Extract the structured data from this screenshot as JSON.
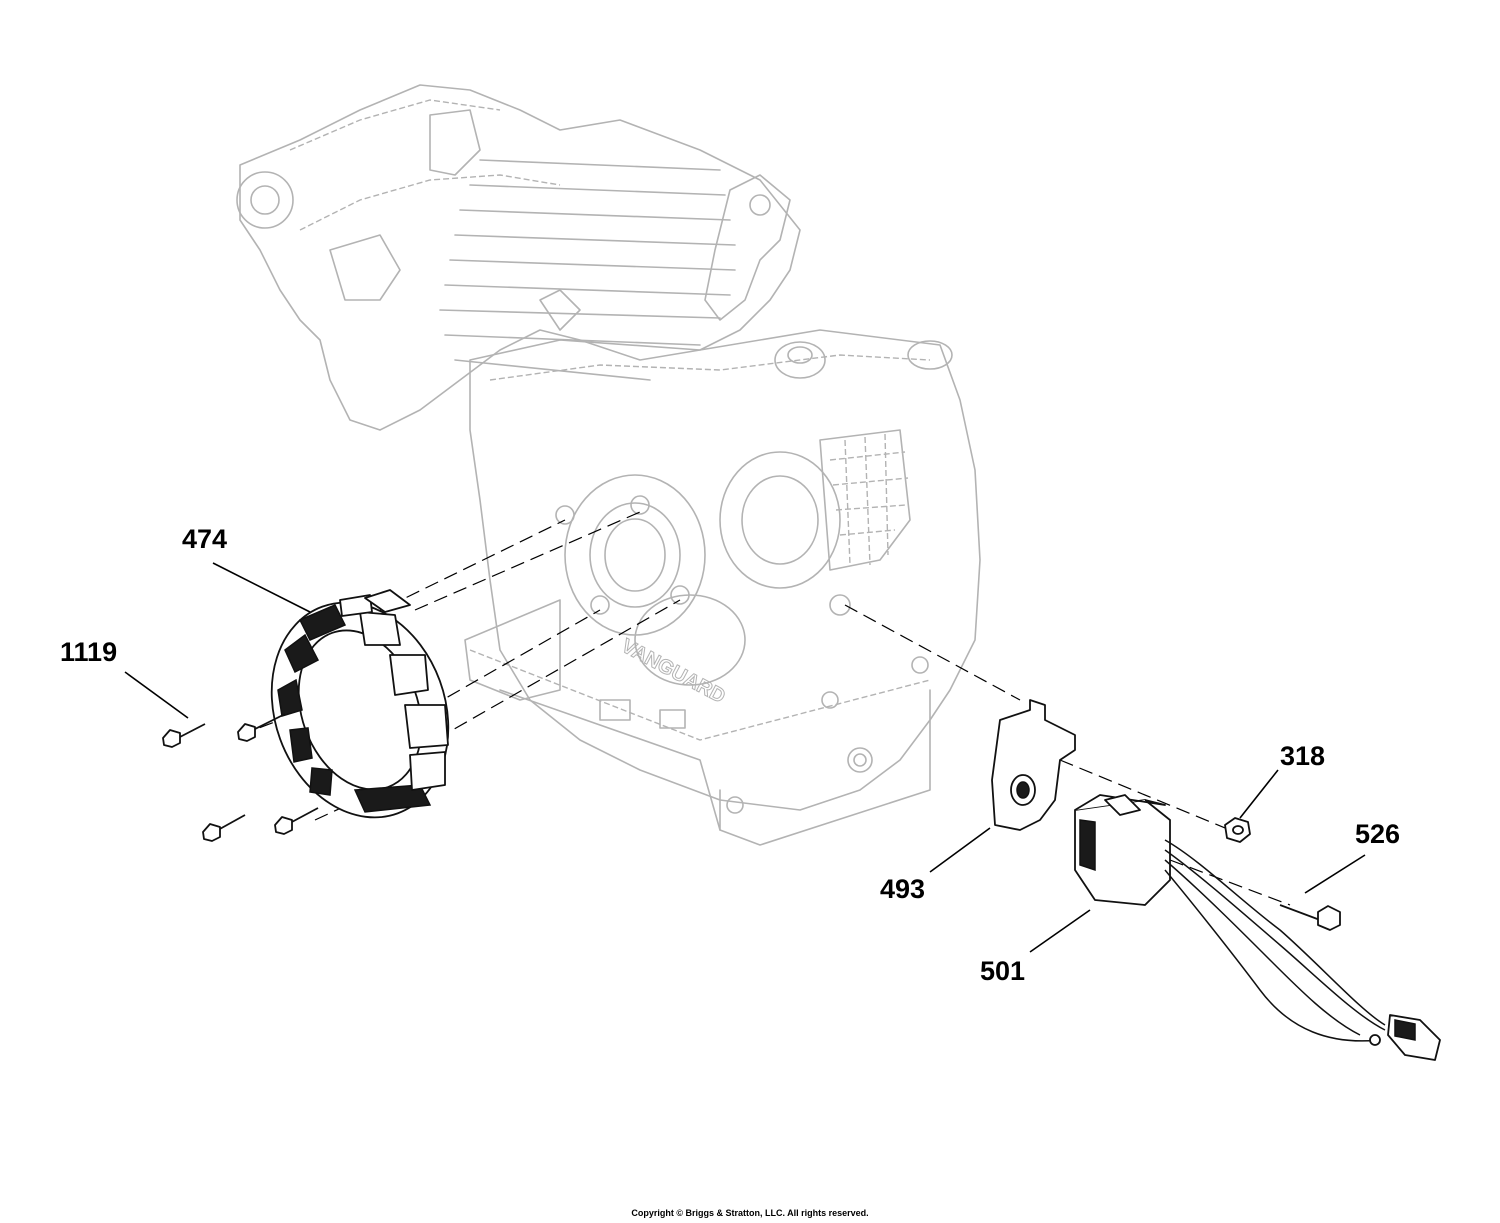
{
  "callouts": [
    {
      "id": "474",
      "label": "474"
    },
    {
      "id": "1119",
      "label": "1119"
    },
    {
      "id": "318",
      "label": "318"
    },
    {
      "id": "526",
      "label": "526"
    },
    {
      "id": "493",
      "label": "493"
    },
    {
      "id": "501",
      "label": "501"
    }
  ],
  "engine_brand": "VANGUARD",
  "footer": {
    "copyright": "Copyright © Briggs & Stratton, LLC. All rights reserved."
  },
  "colors": {
    "ghost_lines": "#b3b3b3",
    "part_lines": "#111111",
    "background": "#ffffff"
  }
}
